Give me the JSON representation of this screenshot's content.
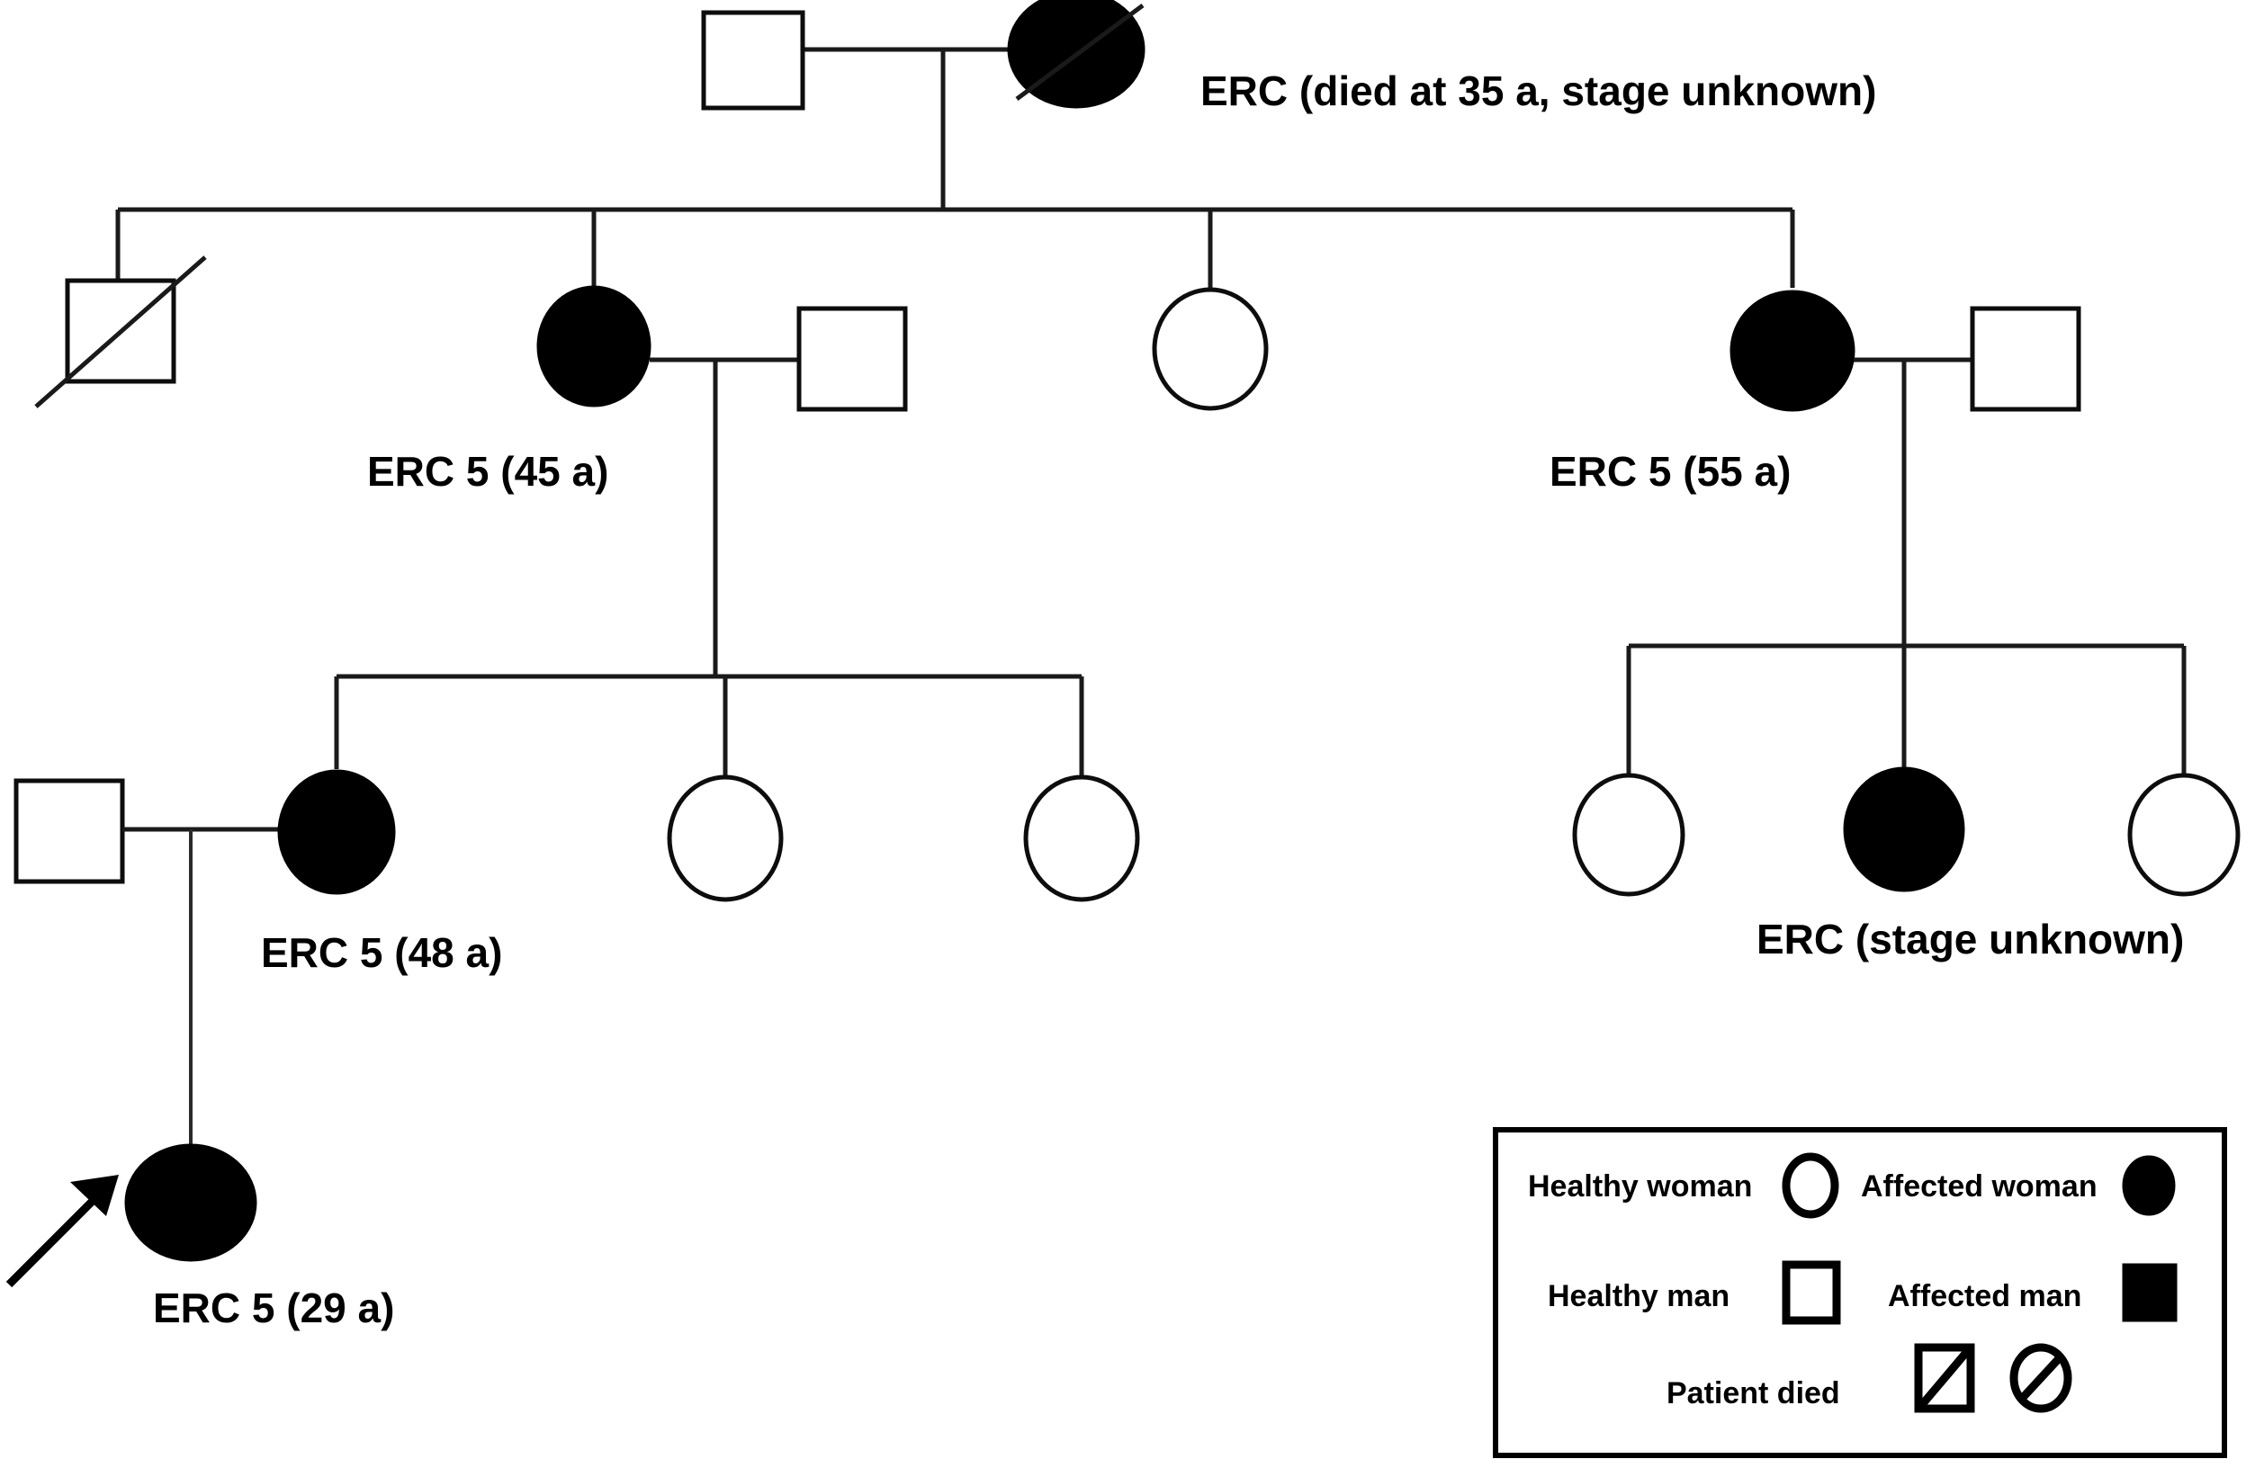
{
  "figure": {
    "type": "pedigree-chart",
    "background_color": "#ffffff",
    "line_color": "#1a1a1a",
    "affected_fill": "#000000",
    "unaffected_fill": "#ffffff"
  },
  "labels": {
    "founder_mother": "ERC (died at 35 a, stage unknown)",
    "gen2_daughter_left": "ERC 5 (45 a)",
    "gen2_daughter_right": "ERC 5 (55 a)",
    "gen3_daughter_left": "ERC 5 (48 a)",
    "gen3_daughter_right": "ERC (stage unknown)",
    "proband": "ERC 5 (29 a)"
  },
  "individuals": [
    {
      "id": "I-1",
      "generation": 1,
      "sex": "male",
      "status": "healthy",
      "deceased": false,
      "label": ""
    },
    {
      "id": "I-2",
      "generation": 1,
      "sex": "female",
      "status": "affected",
      "deceased": true,
      "label": "ERC (died at 35 a, stage unknown)"
    },
    {
      "id": "II-1",
      "generation": 2,
      "sex": "male",
      "status": "healthy",
      "deceased": true,
      "label": ""
    },
    {
      "id": "II-2",
      "generation": 2,
      "sex": "female",
      "status": "affected",
      "deceased": false,
      "label": "ERC 5 (45 a)"
    },
    {
      "id": "II-3",
      "generation": 2,
      "sex": "male",
      "status": "healthy",
      "deceased": false,
      "label": ""
    },
    {
      "id": "II-4",
      "generation": 2,
      "sex": "female",
      "status": "healthy",
      "deceased": false,
      "label": ""
    },
    {
      "id": "II-5",
      "generation": 2,
      "sex": "female",
      "status": "affected",
      "deceased": false,
      "label": "ERC 5 (55 a)"
    },
    {
      "id": "II-6",
      "generation": 2,
      "sex": "male",
      "status": "healthy",
      "deceased": false,
      "label": ""
    },
    {
      "id": "III-1",
      "generation": 3,
      "sex": "male",
      "status": "healthy",
      "deceased": false,
      "label": ""
    },
    {
      "id": "III-2",
      "generation": 3,
      "sex": "female",
      "status": "affected",
      "deceased": false,
      "label": "ERC 5 (48 a)"
    },
    {
      "id": "III-3",
      "generation": 3,
      "sex": "female",
      "status": "healthy",
      "deceased": false,
      "label": ""
    },
    {
      "id": "III-4",
      "generation": 3,
      "sex": "female",
      "status": "healthy",
      "deceased": false,
      "label": ""
    },
    {
      "id": "III-5",
      "generation": 3,
      "sex": "female",
      "status": "healthy",
      "deceased": false,
      "label": ""
    },
    {
      "id": "III-6",
      "generation": 3,
      "sex": "female",
      "status": "affected",
      "deceased": false,
      "label": "ERC (stage unknown)"
    },
    {
      "id": "III-7",
      "generation": 3,
      "sex": "female",
      "status": "healthy",
      "deceased": false,
      "label": ""
    },
    {
      "id": "IV-1",
      "generation": 4,
      "sex": "female",
      "status": "affected",
      "deceased": false,
      "label": "ERC 5 (29 a)",
      "proband": true
    }
  ],
  "legend": {
    "rows": [
      {
        "left_label": "Healthy woman",
        "left_symbol": "open-circle",
        "right_label": "Affected woman",
        "right_symbol": "filled-circle"
      },
      {
        "left_label": "Healthy man",
        "left_symbol": "open-square",
        "right_label": "Affected man",
        "right_symbol": "filled-square"
      },
      {
        "left_label": "Patient died",
        "left_symbol": "slashed-square",
        "right_label": "",
        "right_symbol": "slashed-circle"
      }
    ]
  }
}
